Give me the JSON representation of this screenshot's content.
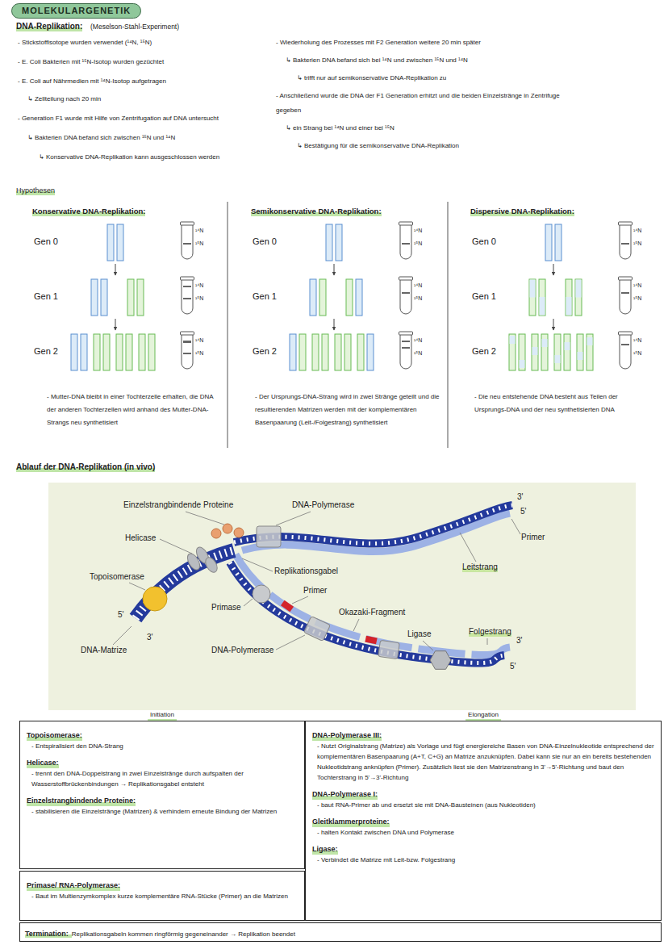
{
  "diagram": {
    "title": "MOLEKULARGENETIK",
    "nodes": [
      {
        "text": [
          "Initiation",
          "Topoisomerase:",
          "- Entspiralisiert den DNA-Strang",
          "Helicase:",
          "- trennt den DNA-Doppelstrang in zwei Einzelstränge durch aufspalten der Wasserstoffbrückenbindungen → Replikationsgabel entsteht",
          "Einzelstrangbindende Proteine:",
          "- stabilisieren die Einzelstränge (Matrizen) & verhindern erneute Bindung der Matrizen"
        ]
      },
      {
        "text": [
          "Primase/ RNA-Polymerase:",
          "- Baut im Multienzymkomplex kurze komplementäre RNA-Stücke (Primer) an die Matrizen"
        ]
      },
      {
        "text": [
          "Elongation",
          "DNA-Polymerase III:",
          "- Nutzt Originalstrang (Matrize) als Vorlage und fügt energiereiche Basen von DNA-Einzelnukleotide entsprechend der komplementären Basenpaarung (A+T, C+G) an Matrize anzuknüpfen. Dabei kann sie nur an ein bereits bestehenden Nukleotidstrang anknüpfen (Primer). Zusätzlich liest sie den Matrizenstrang in 3'→5'-Richtung und baut den Tochterstrang in 5'→3'-Richtung",
          "DNA-Polymerase I:",
          "- baut RNA-Primer ab und ersetzt sie mit DNA-Bausteinen (aus Nukleotiden)",
          "Gleitklammerproteine:",
          "- halten Kontakt zwischen DNA und Polymerase",
          "Ligase:",
          "- Verbindet die Matrize mit Leit-bzw. Folgestrang"
        ]
      },
      {
        "text": [
          "Termination:",
          "Replikationsgabeln kommen ringförmig gegeneinander → Replikation beendet"
        ]
      }
    ],
    "labels": [
      "DNA-Replikation:",
      "(Meselson-Stahl-Experiment)",
      "- Stickstoffisotope wurden verwendet (¹⁴N, ¹⁵N)",
      "- E. Coli Bakterien mit ¹⁵N-Isotop wurden gezüchtet",
      "- E. Coli auf Nährmedien mit ¹⁴N-Isotop aufgetragen",
      "↳ Zellteilung nach 20 min",
      "- Generation F1 wurde mit Hilfe von Zentrifugation auf DNA untersucht",
      "↳ Bakterien DNA befand sich zwischen ¹⁵N und ¹⁴N",
      "↳ Konservative DNA-Replikation kann ausgeschlossen werden",
      "- Wiederholung des Prozesses mit F2 Generation weitere 20 min später",
      "↳ Bakterien DNA befand sich bei ¹⁴N und zwischen ¹⁵N und ¹⁴N",
      "↳ trifft nur auf semikonservative DNA-Replikation zu",
      "- Anschließend wurde die DNA der F1 Generation erhitzt und die beiden Einzelstränge in Zentrifuge gegeben",
      "↳ ein Strang bei ¹⁴N und einer bei ¹⁵N",
      "↳ Bestätigung für die semikonservative DNA-Replikation",
      "Hypothesen",
      "Konservative DNA-Replikation:",
      "Gen 0",
      "¹⁴N",
      "¹⁵N",
      "Gen 1",
      "¹⁴N",
      "¹⁵N",
      "Gen 2",
      "¹⁴N",
      "¹⁵N",
      "- Mutter-DNA bleibt in einer Tochterzelle erhalten, die DNA der anderen Tochterzellen wird anhand des Mutter-DNA-Strangs neu synthetisiert",
      "Semikonservative DNA-Replikation:",
      "Gen 0",
      "¹⁴N",
      "¹⁵N",
      "Gen 1",
      "¹⁴N",
      "¹⁵N",
      "Gen 2",
      "¹⁴N",
      "¹⁵N",
      "- Der Ursprungs-DNA-Strang wird in zwei Stränge geteilt und die resultierenden Matrizen werden mit der komplementären Basenpaarung (Leit-/Folgestrang) synthetisiert",
      "Dispersive DNA-Replikation:",
      "Gen 0",
      "¹⁴N",
      "¹⁵N",
      "Gen 1",
      "¹⁴N",
      "¹⁵N",
      "Gen 2",
      "¹⁴N",
      "¹⁵N",
      "- Die neu entstehende DNA besteht aus Teilen der Ursprungs-DNA und der neu synthetisierten DNA",
      "Ablauf der DNA-Replikation (in vivo)",
      "3'",
      "Einzelstrangbindende Proteine",
      "DNA-Polymerase",
      "5'",
      "Helicase",
      "Primer",
      "Leitstrang",
      "Replikationsgabel",
      "Topoisomerase",
      "Primer",
      "Primase",
      "Okazaki-Fragment",
      "5'",
      "Folgestrang",
      "Ligase",
      "3'",
      "3'",
      "DNA-Matrize",
      "DNA-Polymerase",
      "5'"
    ]
  }
}
